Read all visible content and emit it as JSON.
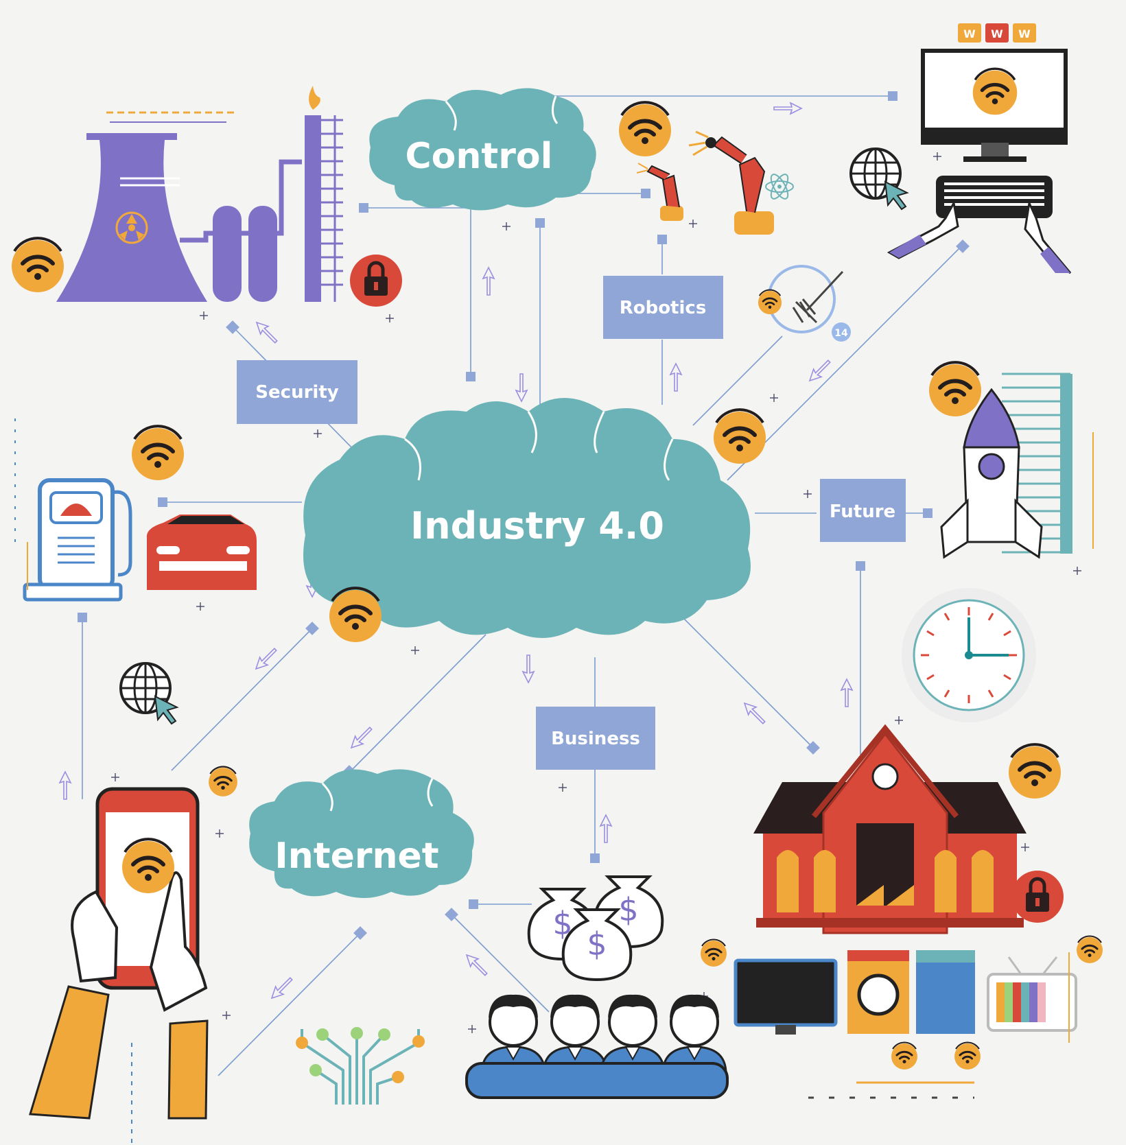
{
  "center": {
    "label": "Industry 4.0"
  },
  "clouds": {
    "control": "Control",
    "internet": "Internet"
  },
  "boxes": {
    "security": "Security",
    "robotics": "Robotics",
    "future": "Future",
    "business": "Business"
  },
  "browser_tabs": [
    "W",
    "W",
    "W"
  ],
  "badge": "14",
  "colors": {
    "cloud": "#6cb3b7",
    "box": "#8fa6d6",
    "wifi": "#f0a83a",
    "purple": "#7f72c6",
    "red": "#d9493a",
    "connector": "#7a9cd0"
  }
}
